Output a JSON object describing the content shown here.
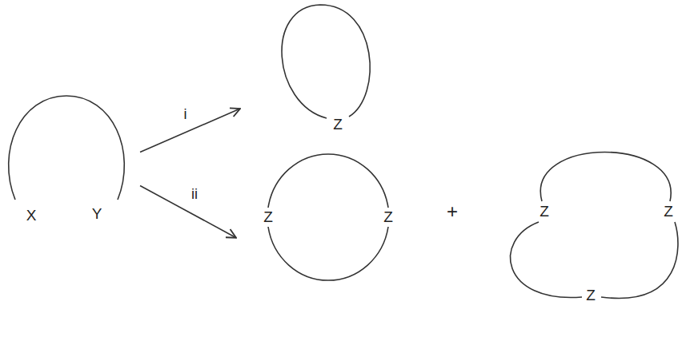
{
  "diagram": {
    "nodes": [
      {
        "text": [
          "X",
          "Y"
        ]
      },
      {
        "text": [
          "Z"
        ]
      },
      {
        "text": [
          "Z",
          "Z"
        ]
      },
      {
        "text": [
          "Z",
          "Z",
          "Z"
        ]
      }
    ],
    "edges": [
      {
        "from": 0,
        "to": 1,
        "arrow": "to",
        "label": "i"
      },
      {
        "from": 0,
        "to": 2,
        "arrow": "to",
        "label": "ii"
      }
    ],
    "labels": [
      "+"
    ]
  }
}
